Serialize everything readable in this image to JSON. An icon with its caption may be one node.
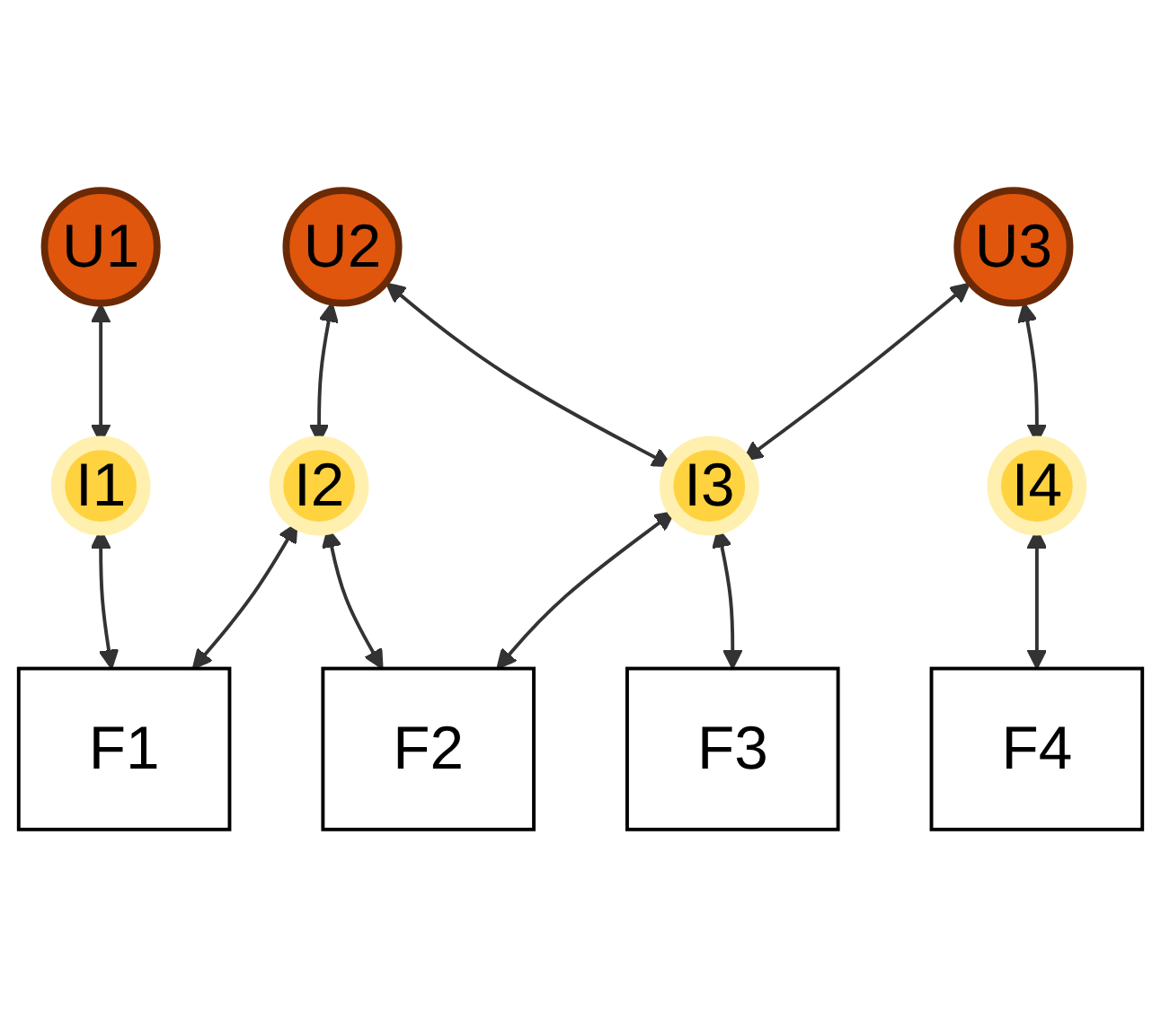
{
  "diagram": {
    "nodes": [
      {
        "text": [
          "U1"
        ]
      },
      {
        "text": [
          "U2"
        ]
      },
      {
        "text": [
          "U3"
        ]
      },
      {
        "text": [
          "I1"
        ]
      },
      {
        "text": [
          "I2"
        ]
      },
      {
        "text": [
          "I3"
        ]
      },
      {
        "text": [
          "I4"
        ]
      },
      {
        "text": [
          "F1"
        ]
      },
      {
        "text": [
          "F2"
        ]
      },
      {
        "text": [
          "F3"
        ]
      },
      {
        "text": [
          "F4"
        ]
      }
    ],
    "edges": [
      {
        "from": 0,
        "to": 3,
        "arrow": "both"
      },
      {
        "from": 1,
        "to": 4,
        "arrow": "both"
      },
      {
        "from": 1,
        "to": 5,
        "arrow": "both"
      },
      {
        "from": 2,
        "to": 5,
        "arrow": "both"
      },
      {
        "from": 2,
        "to": 6,
        "arrow": "both"
      },
      {
        "from": 3,
        "to": 7,
        "arrow": "both"
      },
      {
        "from": 4,
        "to": 7,
        "arrow": "both"
      },
      {
        "from": 4,
        "to": 8,
        "arrow": "both"
      },
      {
        "from": 5,
        "to": 8,
        "arrow": "both"
      },
      {
        "from": 5,
        "to": 9,
        "arrow": "both"
      },
      {
        "from": 6,
        "to": 10,
        "arrow": "both"
      }
    ]
  }
}
